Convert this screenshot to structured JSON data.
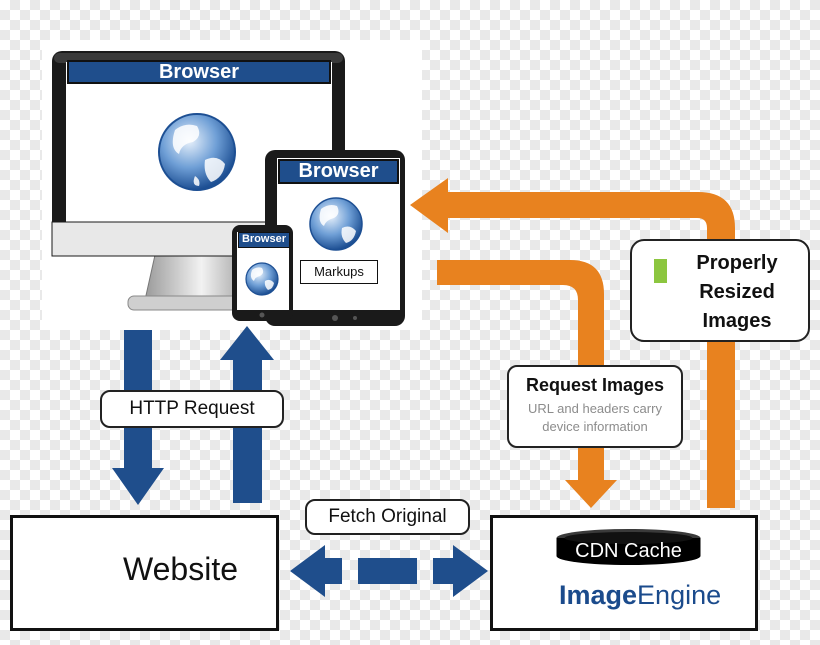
{
  "devices": {
    "monitor_browser_label": "Browser",
    "tablet_browser_label": "Browser",
    "phone_browser_label": "Browser",
    "markups_label": "Markups"
  },
  "labels": {
    "http_request": "HTTP Request",
    "fetch_original": "Fetch Original",
    "request_images_title": "Request Images",
    "request_images_line1": "URL and headers carry",
    "request_images_line2": "device information",
    "properly_resized_line1": "Properly",
    "properly_resized_line2": "Resized",
    "properly_resized_line3": "Images"
  },
  "nodes": {
    "website": "Website",
    "cdn_cache": "CDN Cache",
    "image_engine_word1": "Image",
    "image_engine_word2": "Engine"
  },
  "colors": {
    "arrow_blue": "#1f4e8c",
    "arrow_orange": "#e8821f",
    "accent_green": "#8cc63f",
    "image_engine_blue": "#1b4b8c"
  },
  "icons": [
    "globe-icon",
    "server-icon",
    "image-engine-logo-icon",
    "cdn-cache-icon"
  ]
}
